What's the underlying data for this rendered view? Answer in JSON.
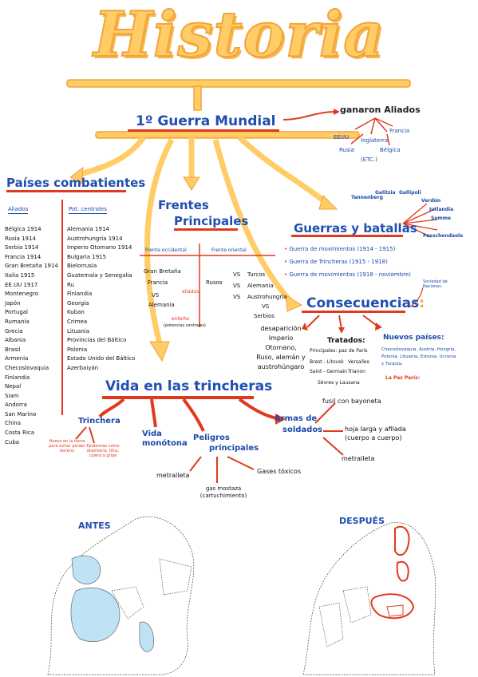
{
  "title": "Historia",
  "main": "1º Guerra Mundial",
  "aliados_top": {
    "label": "ganaron Aliados",
    "items": [
      "EEUU",
      "Inglaterra",
      "Francia",
      "Rusia",
      "Bélgica",
      "(ETC.)"
    ]
  },
  "paises": {
    "title": "Países combatientes",
    "col1_title": "Aliados",
    "col2_title": "Pot. centrales",
    "aliados": [
      "Bélgica 1914",
      "Rusia 1914",
      "Serbia 1914",
      "Francia 1914",
      "Gran Bretaña 1914",
      "Italia 1915",
      "EE.UU 1917",
      "Montenegro",
      "Japón",
      "Portugal",
      "Rumanía",
      "Grecia",
      "Albania",
      "Brasil",
      "Armenia",
      "Checoslovaquia",
      "Finlandia",
      "Nepal",
      "Siam",
      "Andorra",
      "San Marino",
      "China",
      "Costa Rica",
      "Cuba"
    ],
    "centrales": [
      "Alemania 1914",
      "Austrohungría 1914",
      "Imperio Otomano 1914",
      "Bulgaria 1915",
      "Bielorrusia",
      "Guatemala y Senegalia",
      "Ru",
      "Finlandia",
      "Georgia",
      "Kuban",
      "Crimea",
      "Lituania",
      "Provincias del Báltico",
      "Polonia",
      "Estado Unido del Báltico",
      "Azerbaiyán"
    ]
  },
  "frentes": {
    "title1": "Frentes",
    "title2": "Principales",
    "occ_label": "Frente occidental",
    "ori_label": "Frente oriental",
    "occ_items": [
      "Gran Bretaña",
      "Francia",
      "VS",
      "Alemania"
    ],
    "occ_notes": [
      "aliados",
      "enterte"
    ],
    "occ_sub": "(potencias centrales)",
    "ori_left": "Rusos",
    "ori_vs": [
      "VS",
      "VS",
      "VS"
    ],
    "ori_items": [
      "Turcos",
      "Alemania",
      "Austrohungría",
      "VS",
      "Serbios"
    ]
  },
  "guerras": {
    "title": "Guerras y batallas",
    "items": [
      "Guerra de movimientos (1914 - 1915)",
      "Guerra de Trincheras (1915 - 1918)",
      "Guerra de movimientos (1918 - noviembre)"
    ],
    "batallas": [
      "Tannenberg",
      "Galitzia",
      "Gallipoli",
      "Verdún",
      "Somme",
      "Jutlandia",
      "Passchendaele"
    ]
  },
  "consecuencias": {
    "title": "Consecuencias",
    "punct": ":",
    "desap_lines": [
      "desaparición",
      "Imperio Otomano,",
      "Ruso, alemán y",
      "austrohúngaro"
    ],
    "tratados_title": "Tratados:",
    "tratados": [
      "Principales: paz de París",
      "Brest - Litovsk",
      "Versalles",
      "Saint - Germain",
      "Trianon",
      "Sèvres y Lausana"
    ],
    "nuevos_title": "Nuevos países:",
    "nuevos_lines": [
      "Checoslovaquia, Austria, Hungría,",
      "Polonia, Lituania, Estonia, Ucrania",
      "y Turquía."
    ],
    "note": "Sociedad de Naciones",
    "paz_title": "La Paz París:"
  },
  "vida": {
    "title": "Vida en las trincheras",
    "trinchera": "Trinchera",
    "tr_note1": "Hueco en la tierra para evitar perder terreno",
    "tr_note2": "Epidemias como disentería, tifus, cólera o gripe",
    "vida_mon1": "Vida",
    "vida_mon2": "monótona",
    "peligros1": "Peligros",
    "peligros2": "principales",
    "metralleta": "metralleta",
    "gases": "Gases tóxicos",
    "gas1": "gas mostaza",
    "gas2": "(cartuchimiento)",
    "armas1": "Armas de",
    "armas2": "soldados",
    "fusil": "fusil con bayoneta",
    "hoja1": "hoja larga y afilada",
    "hoja2": "(cuerpo a cuerpo)",
    "metralleta2": "metralleta"
  },
  "maps": {
    "antes": "ANTES",
    "despues": "DESPUÉS"
  },
  "colors": {
    "orange": "#ffcc66",
    "orange_dark": "#f2a43a",
    "blue": "#1f4fb0",
    "red": "#e03a1e",
    "map_fill": "#bfe3f5"
  }
}
